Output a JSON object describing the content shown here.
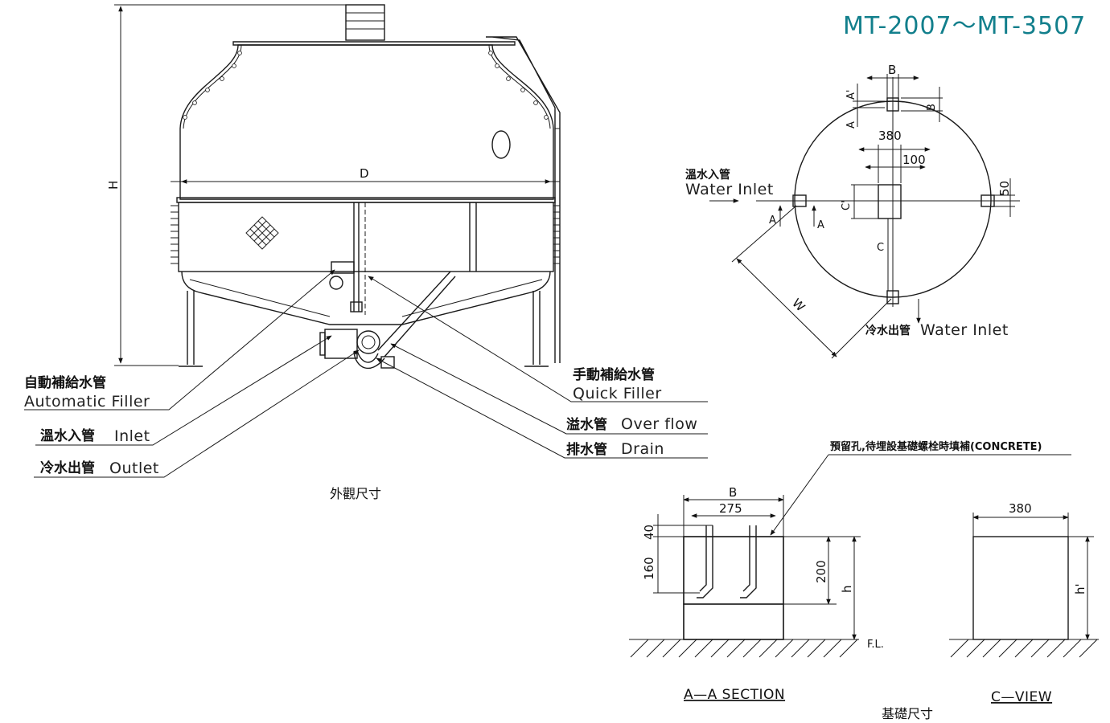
{
  "header": {
    "model_range": "MT-2007～MT-3507"
  },
  "elevation": {
    "dim_height": "H",
    "dim_diameter": "D",
    "caption": "外觀尺寸",
    "callouts": [
      {
        "cn": "自動補給水管",
        "en": "Automatic  Filler"
      },
      {
        "cn": "溫水入管",
        "en": "Inlet"
      },
      {
        "cn": "冷水出管",
        "en": "Outlet"
      },
      {
        "cn": "手動補給水管",
        "en": "Quick  Filler"
      },
      {
        "cn": "溢水管",
        "en": "Over  flow"
      },
      {
        "cn": "排水管",
        "en": "Drain"
      }
    ]
  },
  "plan": {
    "inlet_cn": "溫水入管",
    "inlet_en": "Water  Inlet",
    "outlet_cn": "冷水出管",
    "outlet_en": "Water  Inlet",
    "dims": {
      "b_top": "B",
      "a_prime": "A'",
      "a": "A",
      "b_side": "B",
      "d380": "380",
      "d100": "100",
      "d50": "50",
      "c_prime": "C'",
      "c": "C",
      "a_left": "A",
      "a_right": "A",
      "w": "W"
    }
  },
  "foundation": {
    "note": "預留孔,待埋設基礎螺栓時填補(CONCRETE)",
    "section": {
      "caption": "A—A  SECTION",
      "b": "B",
      "d275": "275",
      "d40": "40",
      "d160": "160",
      "d200": "200",
      "h": "h",
      "fl": "F.L."
    },
    "cview": {
      "caption": "C—VIEW",
      "d380": "380",
      "h_prime": "h'"
    },
    "caption": "基礎尺寸"
  }
}
